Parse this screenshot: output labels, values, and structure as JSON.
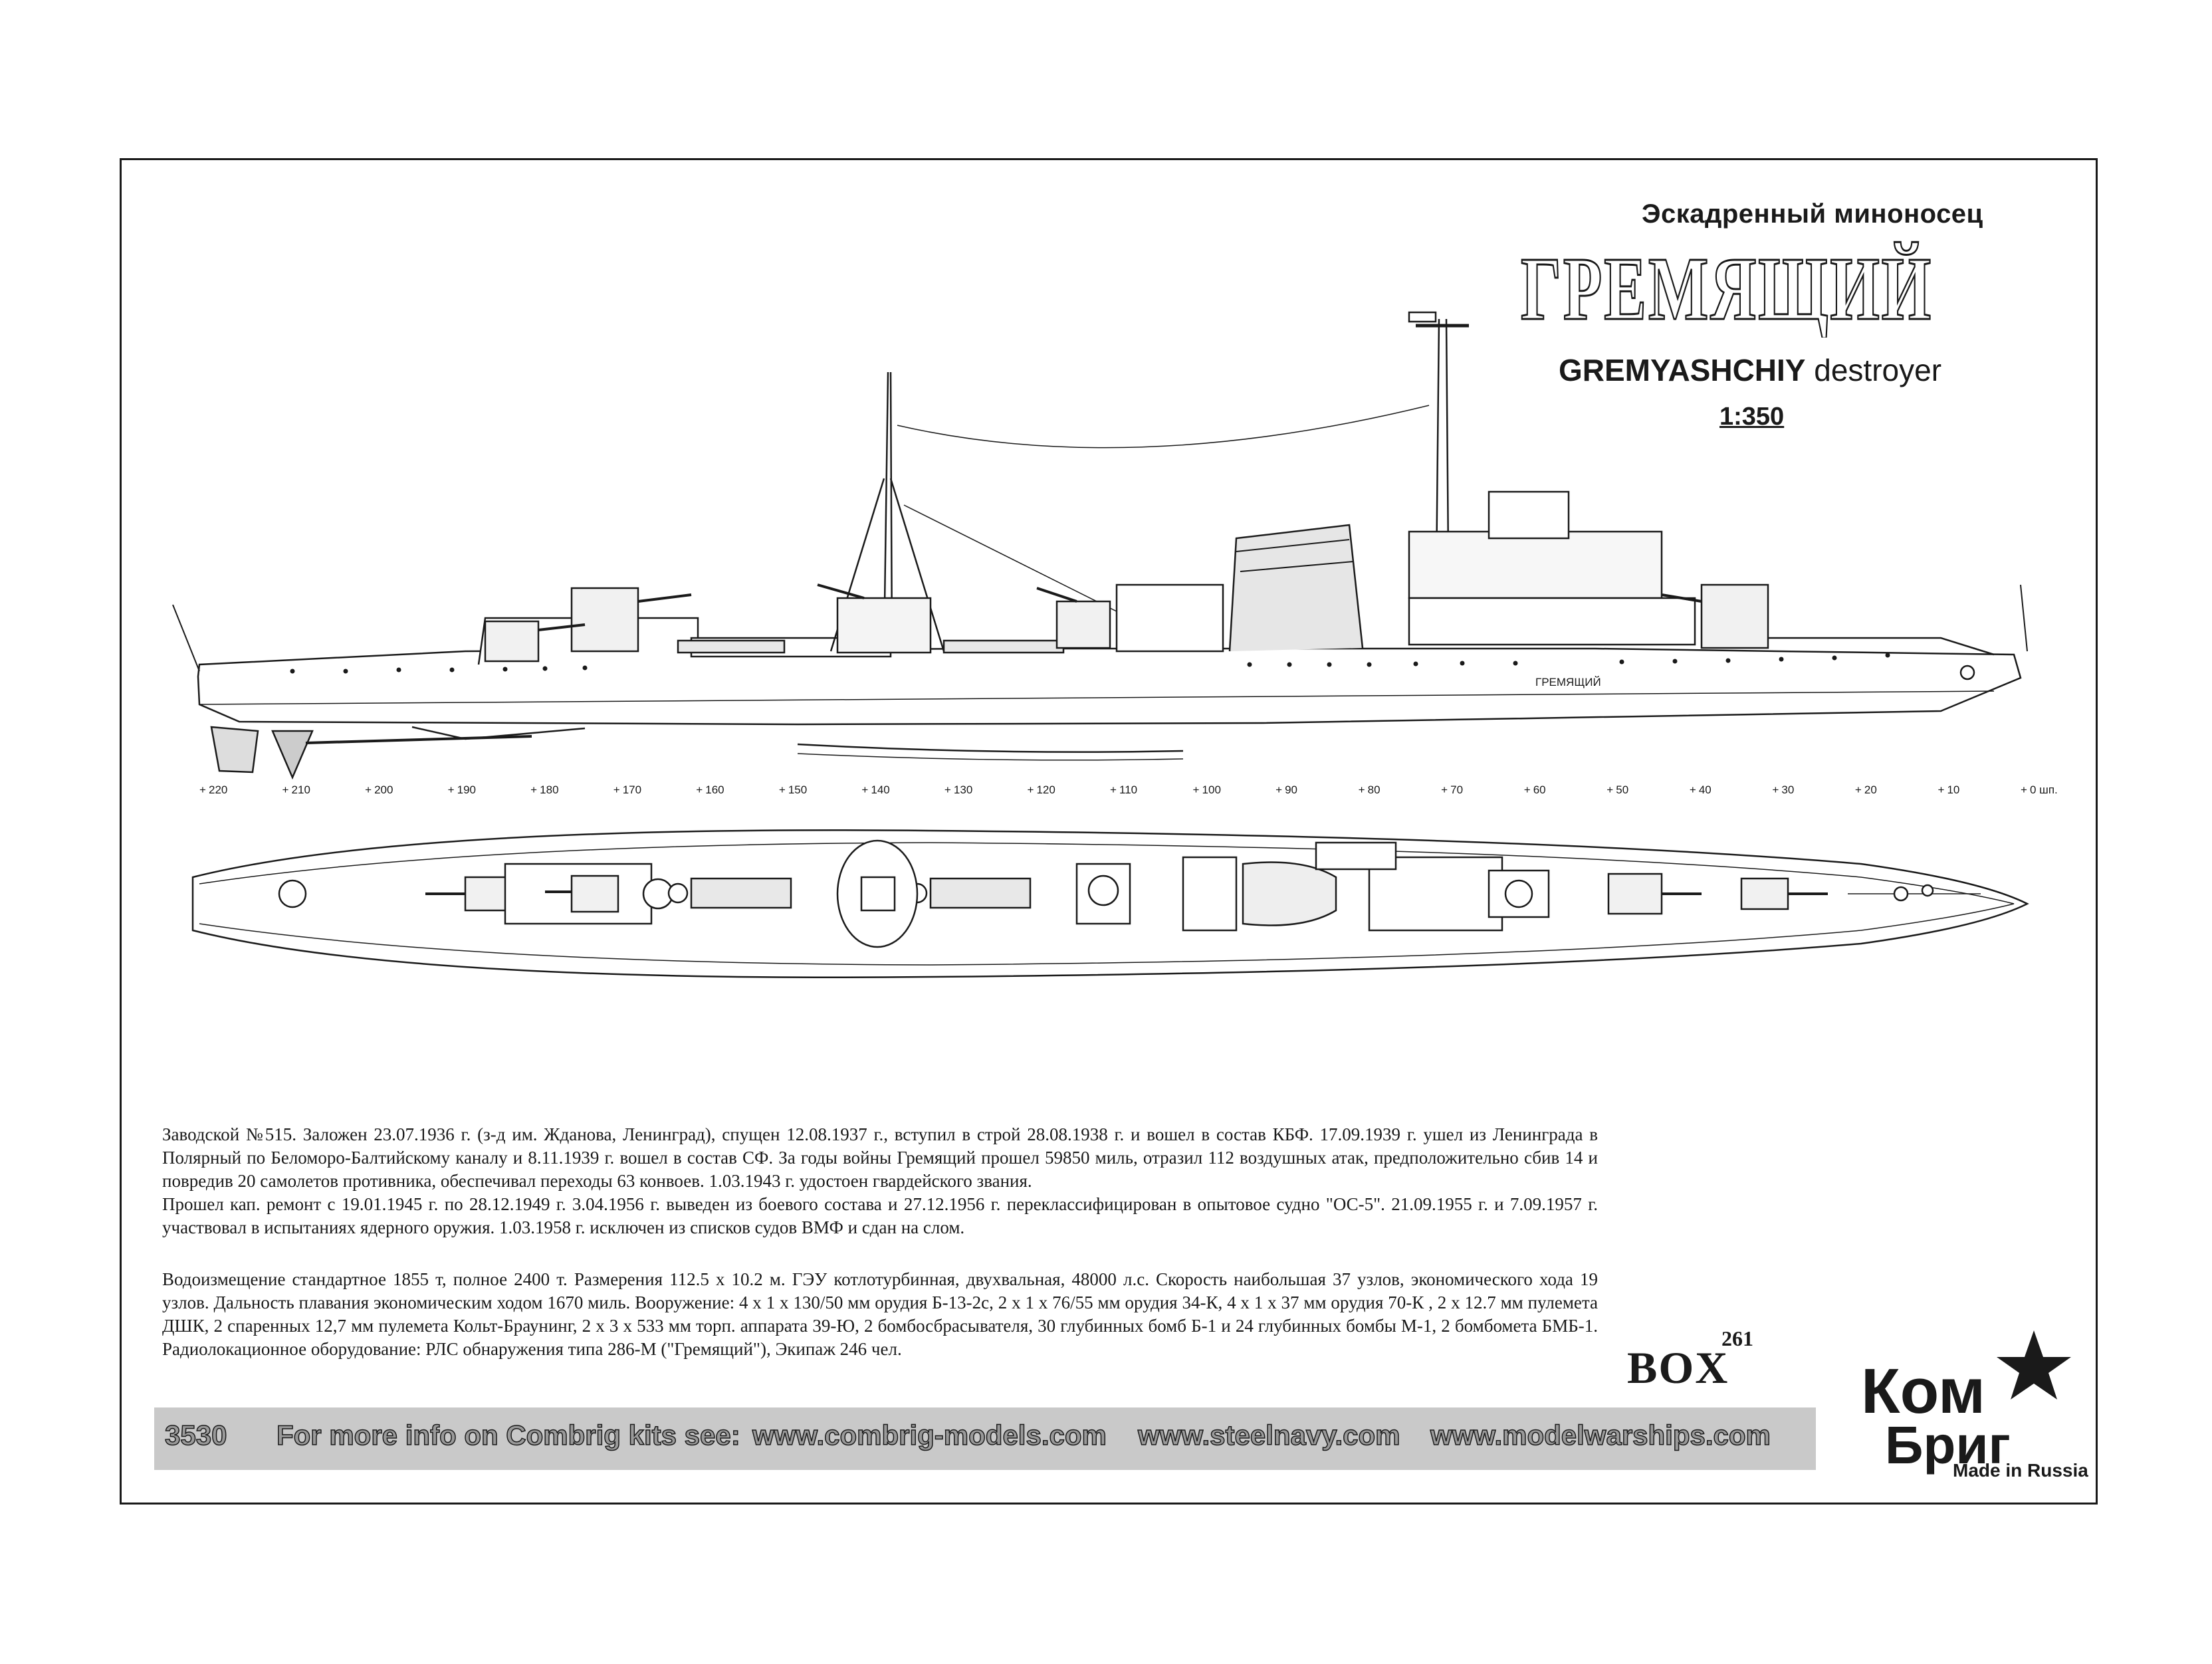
{
  "header": {
    "type_ru": "Эскадренный миноносец",
    "name_ru": "ГРЕМЯЩИЙ",
    "name_en": "GREMYASHCHIY",
    "type_en": "destroyer",
    "scale": "1:350"
  },
  "frames": {
    "labels": [
      "220",
      "210",
      "200",
      "190",
      "180",
      "170",
      "160",
      "150",
      "140",
      "130",
      "120",
      "110",
      "100",
      "90",
      "80",
      "70",
      "60",
      "50",
      "40",
      "30",
      "20",
      "10",
      "0 шп."
    ]
  },
  "hull_name_marking": "ГРЕМЯЩИЙ",
  "history": {
    "paragraph_1": "Заводской  №515. Заложен 23.07.1936 г. (з-д им. Жданова, Ленинград), спущен 12.08.1937 г., вступил в строй 28.08.1938 г. и вошел в состав КБФ. 17.09.1939 г. ушел из Ленинграда в Полярный по Беломоро-Балтийскому каналу и 8.11.1939 г. вошел в состав СФ.  За годы войны Гремящий прошел 59850 миль, отразил 112 воздушных атак, предположительно сбив 14 и повредив 20 самолетов противника, обеспечивал переходы 63 конвоев.  1.03.1943 г. удостоен гвардейского звания.",
    "paragraph_2": "Прошел кап. ремонт с 19.01.1945 г. по 28.12.1949 г. 3.04.1956 г. выведен из боевого состава и 27.12.1956 г. переклассифицирован в опытовое судно \"ОС-5\". 21.09.1955 г. и 7.09.1957 г. участвовал в испытаниях ядерного оружия. 1.03.1958 г. исключен из списков судов ВМФ и сдан на слом."
  },
  "specs": {
    "text": "Водоизмещение стандартное 1855 т, полное 2400 т. Размерения 112.5 х 10.2  м. ГЭУ котлотурбинная, двухвальная, 48000 л.с. Скорость наибольшая 37 узлов, экономического хода 19 узлов. Дальность плавания экономическим ходом 1670 миль. Вооружение: 4 х 1 х 130/50 мм орудия  Б-13-2с, 2 х 1 х 76/55 мм орудия 34-К, 4 х 1 х 37 мм орудия 70-К , 2 х 12.7 мм пулемета ДШК, 2 спаренных 12,7 мм пулемета Кольт-Браунинг, 2 х 3 х 533 мм торп. аппарата 39-Ю,  2 бомбосбрасывателя, 30 глубинных бомб Б-1 и 24 глубинных бомбы М-1, 2 бомбомета БМБ-1.  Радиолокационное оборудование: РЛС обнаружения  типа 286-М (\"Гремящий\"), Экипаж 246 чел."
  },
  "box": {
    "label": "BOX",
    "number": "261"
  },
  "footer": {
    "kit_number": "3530",
    "info_text": "For more info on Combrig kits see:",
    "url_1": "www.combrig-models.com",
    "url_2": "www.steelnavy.com",
    "url_3": "www.modelwarships.com"
  },
  "logo": {
    "line_1": "Ком",
    "line_2": "Бриг",
    "made_in": "Made in Russia"
  }
}
